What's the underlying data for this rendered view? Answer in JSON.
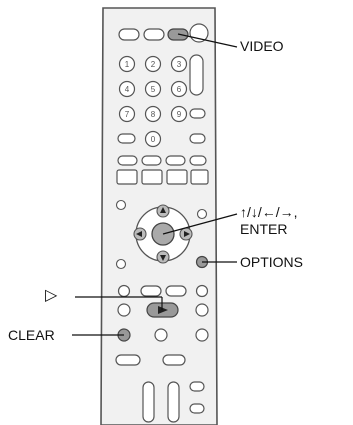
{
  "callouts": {
    "video": "VIDEO",
    "arrows": "↑/↓/←/→,",
    "enter": "ENTER",
    "options": "OPTIONS",
    "play": "▷",
    "clear": "CLEAR"
  },
  "colors": {
    "body": "#f1f1f1",
    "outline": "#555555",
    "highlight": "#999999",
    "label": "#111111"
  },
  "icons": [
    "remote-control",
    "play-triangle-icon"
  ]
}
